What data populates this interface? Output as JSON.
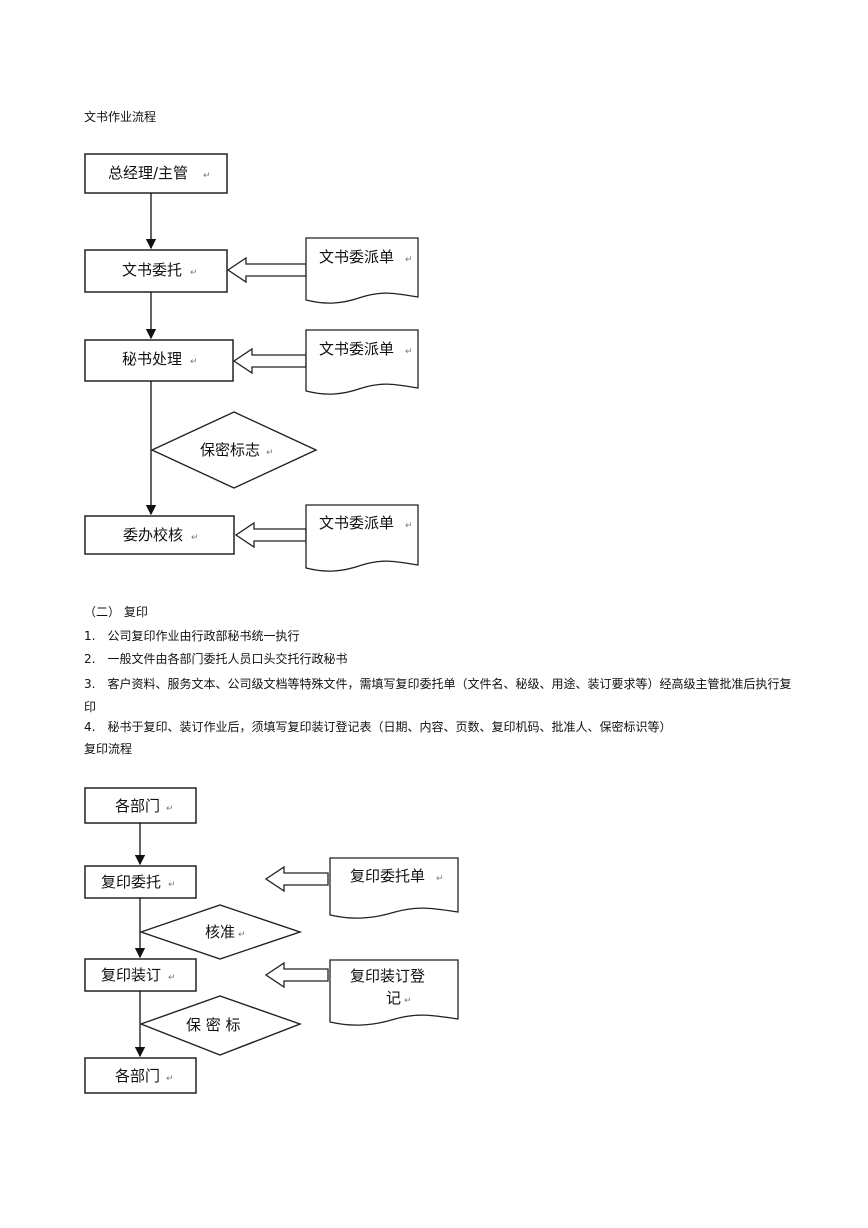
{
  "section1": {
    "title": "文书作业流程",
    "boxes": [
      "总经理/主管",
      "文书委托",
      "秘书处理",
      "委办校核"
    ],
    "diamond": "保密标志",
    "docs": [
      "文书委派单",
      "文书委派单",
      "文书委派单"
    ]
  },
  "section2": {
    "heading": "（二） 复印",
    "items": [
      "1.　公司复印作业由行政部秘书统一执行",
      "2.　一般文件由各部门委托人员口头交托行政秘书",
      "3.　客户资料、服务文本、公司级文档等特殊文件，需填写复印委托单（文件名、秘级、用途、装订要求等）经高级主管批准后执行复印",
      "4.　秘书于复印、装订作业后，须填写复印装订登记表（日期、内容、页数、复印机码、批准人、保密标识等）"
    ],
    "flow_title": "复印流程"
  },
  "section3": {
    "boxes": [
      "各部门",
      "复印委托",
      "复印装订",
      "各部门"
    ],
    "diamonds": [
      "核准",
      "保 密 标"
    ],
    "docs": [
      "复印委托单",
      "复印装订登",
      "记"
    ]
  },
  "return_mark": "↵"
}
